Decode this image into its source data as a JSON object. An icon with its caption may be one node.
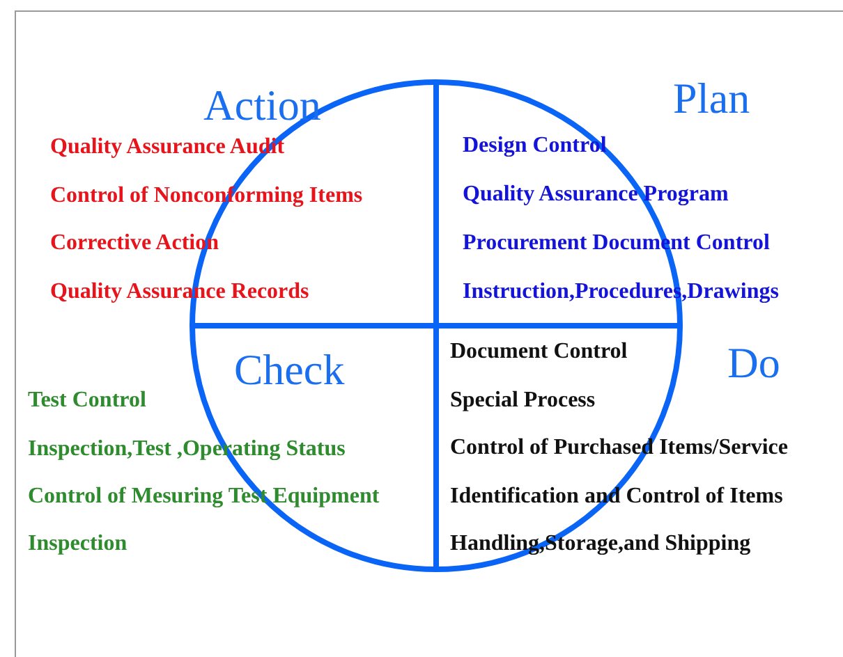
{
  "diagram": {
    "labels": [
      "Action",
      "Quality Assurance Audit",
      "Control of Nonconforming Items",
      "Corrective Action",
      "Quality Assurance Records",
      "Plan",
      "Design Control",
      "Quality Assurance Program",
      "Procurement Document Control",
      "Instruction,Procedures,Drawings",
      "Check",
      "Test Control",
      "Inspection,Test ,Operating Status",
      "Control of Mesuring Test Equipment",
      "Inspection",
      "Do",
      "Document Control",
      "Special Process",
      "Control of Purchased Items/Service",
      "Identification and Control of Items",
      "Handling,Storage,and Shipping"
    ]
  }
}
